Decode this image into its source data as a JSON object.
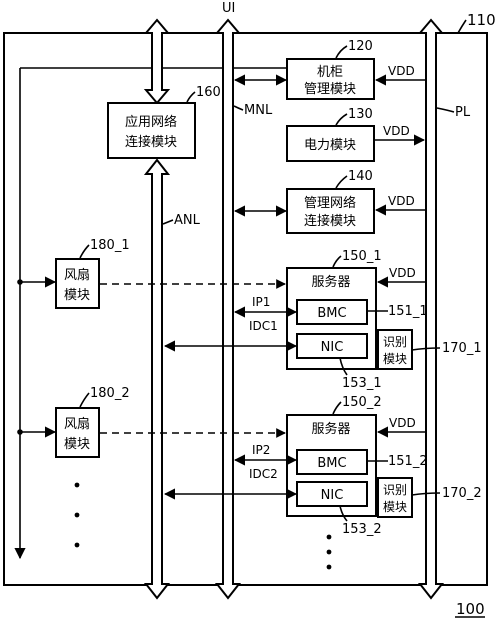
{
  "labels": {
    "system": "110",
    "figure": "100",
    "ui": "UI",
    "mnl": "MNL",
    "anl": "ANL",
    "pl": "PL"
  },
  "modules": {
    "rack": {
      "ref": "120",
      "line1": "机柜",
      "line2": "管理模块",
      "vdd": "VDD"
    },
    "power": {
      "ref": "130",
      "line1": "电力模块",
      "vdd": "VDD"
    },
    "mgmt_net": {
      "ref": "140",
      "line1": "管理网络",
      "line2": "连接模块",
      "vdd": "VDD"
    },
    "app_net": {
      "ref": "160",
      "line1": "应用网络",
      "line2": "连接模块"
    },
    "fan1": {
      "ref": "180_1",
      "line1": "风扇",
      "line2": "模块"
    },
    "fan2": {
      "ref": "180_2",
      "line1": "风扇",
      "line2": "模块"
    },
    "server1": {
      "ref": "150_1",
      "title": "服务器",
      "vdd": "VDD",
      "ip": "IP1",
      "idc": "IDC1",
      "bmc": "BMC",
      "bmc_ref": "151_1",
      "nic": "NIC",
      "nic_ref": "153_1",
      "id_line1": "识别",
      "id_line2": "模块",
      "id_ref": "170_1"
    },
    "server2": {
      "ref": "150_2",
      "title": "服务器",
      "vdd": "VDD",
      "ip": "IP2",
      "idc": "IDC2",
      "bmc": "BMC",
      "bmc_ref": "151_2",
      "nic": "NIC",
      "nic_ref": "153_2",
      "id_line1": "识别",
      "id_line2": "模块",
      "id_ref": "170_2"
    }
  }
}
